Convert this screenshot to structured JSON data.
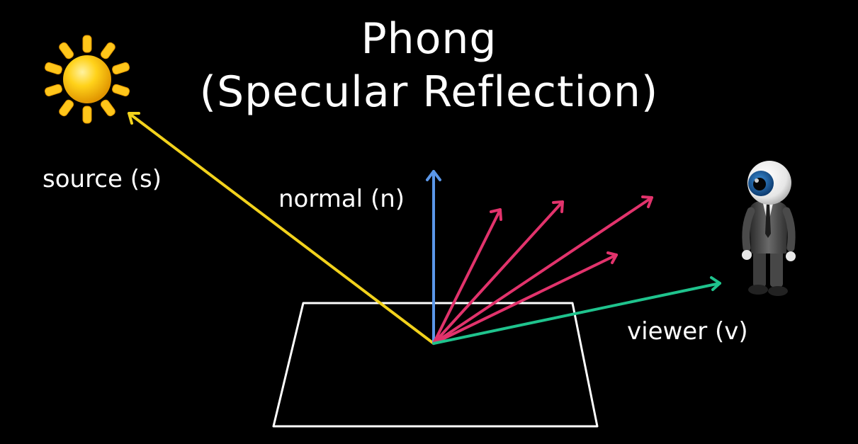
{
  "title": {
    "line1": "Phong",
    "line2": "(Specular Reflection)"
  },
  "labels": {
    "source": "source (s)",
    "normal": "normal (n)",
    "viewer": "viewer (v)"
  },
  "colors": {
    "background": "#000000",
    "source_ray": "#f2d21c",
    "normal_ray": "#5b97e8",
    "reflected_rays": "#e2336c",
    "viewer_ray": "#1fc38d",
    "surface": "#ffffff"
  },
  "icons": {
    "light_source": "sun-icon",
    "viewer": "eyeball-figure-icon"
  }
}
